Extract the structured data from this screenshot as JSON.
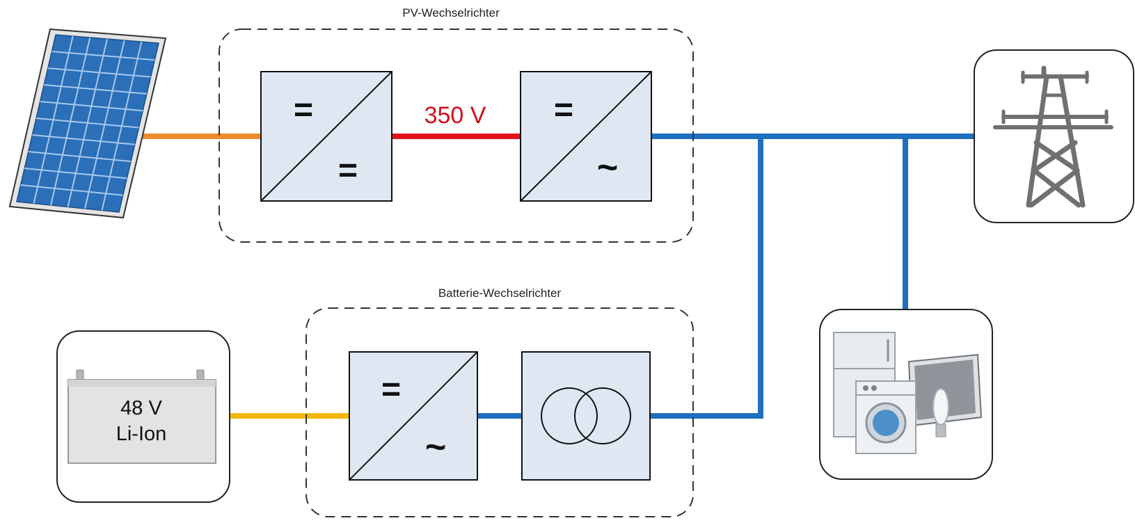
{
  "pv_inverter": {
    "title": "PV-Wechselrichter",
    "dc_dc_symbol_top": "=",
    "dc_dc_symbol_bottom": "=",
    "dc_ac_symbol_top": "=",
    "dc_ac_symbol_bottom": "~",
    "dc_link_voltage": "350 V"
  },
  "battery_inverter": {
    "title": "Batterie-Wechselrichter",
    "dc_ac_symbol_top": "=",
    "dc_ac_symbol_bottom": "~"
  },
  "battery": {
    "voltage": "48 V",
    "type": "Li-Ion"
  },
  "icons": [
    "solar-panel-icon",
    "battery-icon",
    "transformer-icon",
    "power-pylon-icon",
    "household-appliances-icon"
  ],
  "colors": {
    "pv_line": "#f08a2c",
    "dc_link_line": "#e1141e",
    "ac_line": "#1f6fbf",
    "battery_line": "#f2b705",
    "converter_fill": "#dfe8f2",
    "voltage_text": "#d0101c"
  }
}
